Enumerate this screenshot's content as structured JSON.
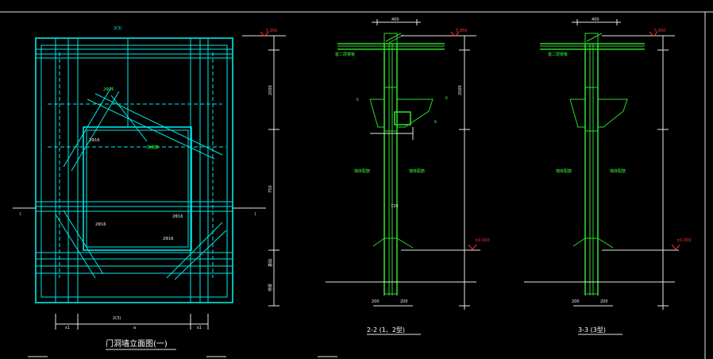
{
  "frame_labels": {
    "left_plan_top": "2(3)",
    "left_plan_bottom": "2(3)",
    "section_mark_left": "1",
    "section_mark_right": "1"
  },
  "titles": {
    "left": "门洞墙立面图(一)",
    "middle": "2-2 (1、2型)",
    "right": "3-3 (3型)"
  },
  "elevations": {
    "top_left": "5.950",
    "top_mid": "5.950",
    "top_right": "5.950",
    "low_mid": "±0.000",
    "low_right": "±0.000"
  },
  "annotations": {
    "mid_slab_label": "首二层楼板",
    "right_slab_label": "首二层楼板",
    "mid_wall_left": "墙体配筋",
    "mid_wall_right": "墙体配筋",
    "right_wall_left": "墙体配筋",
    "right_wall_right": "墙体配筋",
    "dim_top_mid": "400",
    "dim_top_right": "400",
    "dim_bottom_mid_left": "200",
    "dim_bottom_mid_right": "200",
    "dim_bottom_right_left": "200",
    "dim_bottom_right_right": "200",
    "dim_vertical_1": "720",
    "dim_vertical_2": "2000",
    "dim_vertical_3": "750",
    "dim_vertical_4": "2000",
    "dim_vertical_5": "基础",
    "dim_vertical_6": "地梁",
    "plan_diag_label": "加强筋",
    "plan_bar_1": "2Φ16",
    "plan_bar_2": "2Φ16",
    "plan_bar_3": "2Φ16",
    "plan_bar_4": "2Φ16",
    "plan_bar_5": "2Φ16",
    "plan_dim_1": "s1",
    "plan_dim_2": "a",
    "plan_dim_3": "s1",
    "circle_1": "①",
    "circle_2": "②",
    "circle_3": "③"
  },
  "colors": {
    "background": "#000000",
    "cyan": "#00e8e8",
    "green": "#2cd82c",
    "red": "#ff2a2a",
    "white": "#e6e6e6"
  }
}
